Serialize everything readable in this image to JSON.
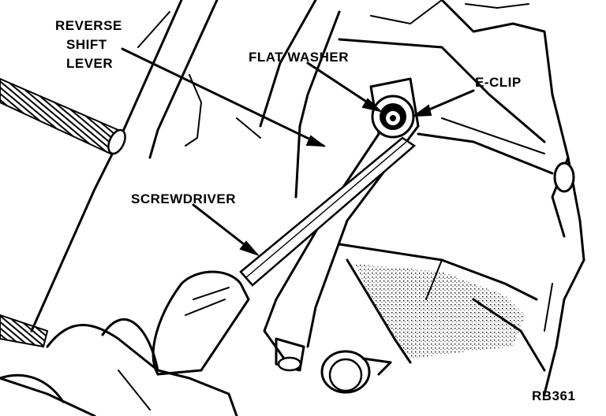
{
  "labels": {
    "reverse_shift_lever": [
      "REVERSE",
      "SHIFT",
      "LEVER"
    ],
    "flat_washer": "FLAT WASHER",
    "e_clip": "E-CLIP",
    "screwdriver": "SCREWDRIVER",
    "figure_code": "RB361"
  },
  "colors": {
    "ink": "#000000",
    "paper": "#ffffff"
  }
}
